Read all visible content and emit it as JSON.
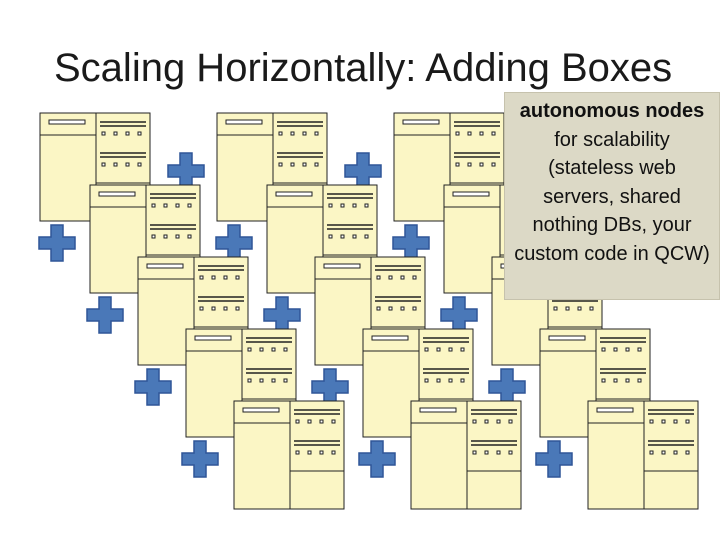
{
  "slide": {
    "title": "Scaling Horizontally: Adding Boxes"
  },
  "callout": {
    "heading": "autonomous nodes",
    "body": "for scalability (stateless web servers, shared nothing DBs, your custom code in QCW)"
  },
  "colors": {
    "server_fill": "#fbf6c5",
    "server_stroke": "#222222",
    "plus_fill": "#4a78b8",
    "plus_stroke": "#2f5597",
    "callout_fill": "#dcd9c6"
  },
  "icons": [
    "server-icon",
    "plus-icon"
  ]
}
